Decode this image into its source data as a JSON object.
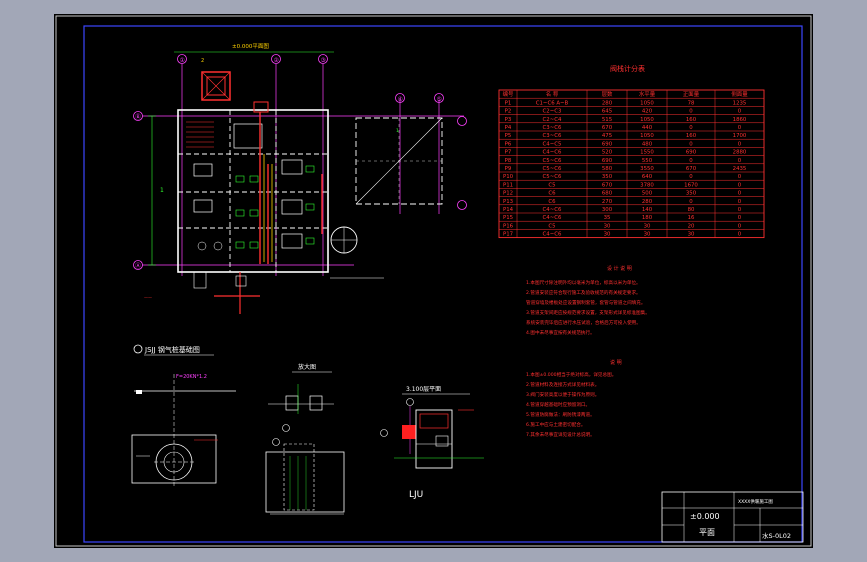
{
  "colors": {
    "background": "#000000",
    "frame": "#c8c8c8",
    "sheet_border": "#3c46ff",
    "wall": "#ffffff",
    "table": "#ff3030",
    "notes": "#ff3030",
    "axis": "#ff40ff",
    "dims": "#30ff30",
    "pipe": "#ff3030",
    "accent": "#ffd200"
  },
  "plan": {
    "elevation_label": "±0.000平面图",
    "axis_labels": [
      "①",
      "②",
      "③",
      "④",
      "⑤",
      "Ⓐ",
      "Ⓑ"
    ],
    "dim_label": "1"
  },
  "table": {
    "title": "阀栈计分表",
    "headers": [
      "编号",
      "名 称",
      "层数",
      "水平量",
      "正面量",
      "侧面量"
    ],
    "rows": [
      [
        "P1",
        "C1~C6 A~B",
        "280",
        "1050",
        "78",
        "1235"
      ],
      [
        "P2",
        "C2~C3",
        "645",
        "420",
        "0",
        "0"
      ],
      [
        "P3",
        "C2~C4",
        "515",
        "1050",
        "160",
        "1860"
      ],
      [
        "P4",
        "C3~C6",
        "670",
        "440",
        "0",
        "0"
      ],
      [
        "P5",
        "C3~C6",
        "475",
        "1050",
        "160",
        "1700"
      ],
      [
        "P6",
        "C4~C5",
        "690",
        "480",
        "0",
        "0"
      ],
      [
        "P7",
        "C4~C6",
        "520",
        "1550",
        "690",
        "2880"
      ],
      [
        "P8",
        "C5~C6",
        "690",
        "550",
        "0",
        "0"
      ],
      [
        "P9",
        "C5~C6",
        "580",
        "3550",
        "670",
        "2435"
      ],
      [
        "P10",
        "C5~C6",
        "350",
        "640",
        "0",
        "0"
      ],
      [
        "P11",
        "C5",
        "670",
        "3780",
        "1670",
        "0"
      ],
      [
        "P12",
        "C6",
        "680",
        "500",
        "350",
        "0"
      ],
      [
        "P13",
        "C6",
        "270",
        "280",
        "0",
        "0"
      ],
      [
        "P14",
        "C4~C6",
        "300",
        "140",
        "80",
        "0"
      ],
      [
        "P15",
        "C4~C6",
        "35",
        "180",
        "16",
        "0"
      ],
      [
        "P16",
        "C5",
        "30",
        "30",
        "20",
        "0"
      ],
      [
        "P17",
        "C4~C6",
        "30",
        "30",
        "30",
        "0"
      ]
    ]
  },
  "notes": {
    "title1": "设 计 说 明",
    "title2": "说 明",
    "lines1": [
      "1.本图尺寸除注明外均以毫米为单位，标高以米为单位。",
      "2.管道安装应符合现行施工及验收规范的有关规定要求。",
      "  管道穿墙及楼板处应设置钢制套管，套管与管道之间填充。",
      "3.管道支架间距应按规范要求设置，支架形式详见标准图集。",
      "  系统安装完毕后应进行水压试验，合格后方可投入使用。",
      "4.图中未尽事宜按有关规范执行。"
    ],
    "lines2": [
      "1.本图±0.000相当于绝对标高，详见总图。",
      "2.管道材料及连接方式详见材料表。",
      "3.阀门安装高度以便于操作为原则。",
      "4.管道穿越基础时应预留洞口。",
      "5.管道防腐做法：刷防锈漆两道。",
      "6.施工中应与土建密切配合。",
      "7.其余未尽事宜详见设计总说明。"
    ]
  },
  "details": {
    "d1_title": "JSJJ 钢气桩基础图",
    "d1_formula": "F=20KN*1.2",
    "d2_title": "放大图",
    "d3_title": "3.100层平面",
    "d3_bottom": "LJU"
  },
  "title_block": {
    "top": "XXXX供暖施工图",
    "elev": "±0.000",
    "name": "平面",
    "code": "水S-0L02"
  }
}
